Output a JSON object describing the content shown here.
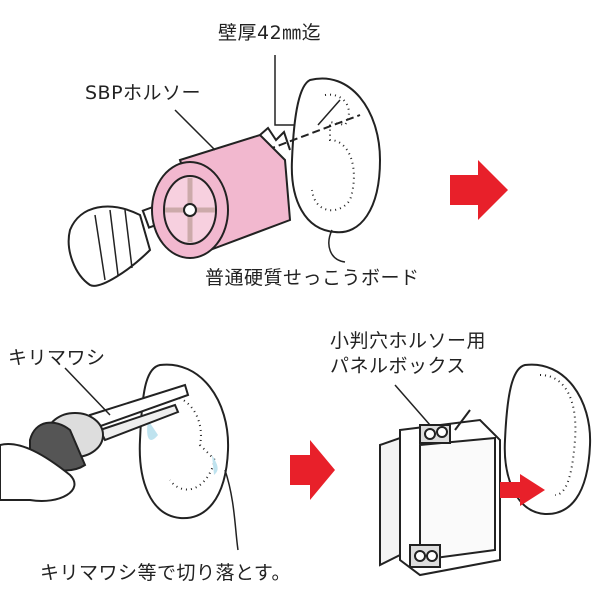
{
  "labels": {
    "wall_thickness": "壁厚42㎜迄",
    "hole_saw": "SBPホルソー",
    "board": "普通硬質せっこうボード",
    "kirimawashi": "キリマワシ",
    "oval_hole_saw_line1": "小判穴ホルソー用",
    "oval_hole_saw_line2": "パネルボックス",
    "cut_off": "キリマワシ等で切り落とす。"
  },
  "colors": {
    "arrow": "#e8202a",
    "hole_saw_pink": "#f2b8cf",
    "board_edge": "#fdfdfd",
    "line": "#222222"
  }
}
